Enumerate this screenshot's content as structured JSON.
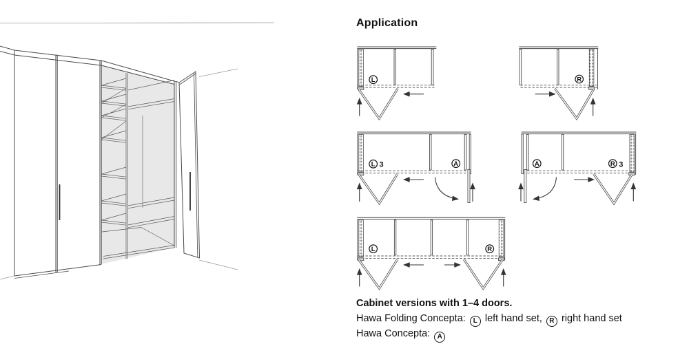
{
  "application": {
    "heading": "Application"
  },
  "diagram_labels": {
    "d1_l": "L",
    "d2_r": "R",
    "d3_l": "L",
    "d3_count": "3",
    "d3_a": "A",
    "d4_a": "A",
    "d4_r": "R",
    "d4_count": "3",
    "d5_l": "L",
    "d5_r": "R"
  },
  "caption": {
    "title": "Cabinet versions with 1–4 doors.",
    "folding_prefix": "Hawa Folding Concepta: ",
    "left_badge": "L",
    "left_text": " left hand set, ",
    "right_badge": "R",
    "right_text": " right hand set",
    "concepta_prefix": "Hawa Concepta: ",
    "concepta_badge": "A"
  },
  "colors": {
    "line": "#4a4a4a",
    "text": "#111111",
    "interior_fill": "#e8e8e8"
  }
}
